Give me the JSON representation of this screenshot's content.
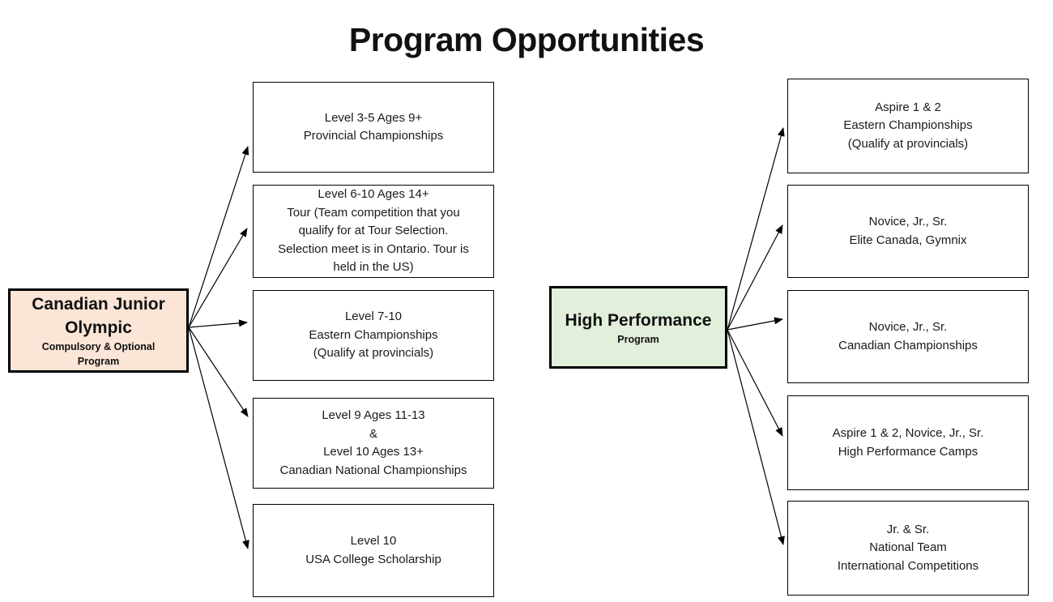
{
  "title": "Program Opportunities",
  "colors": {
    "left_node_fill": "#FBE5D6",
    "right_node_fill": "#E2EFDA",
    "node_border": "#000000",
    "box_border": "#000000",
    "arrow": "#000000",
    "text": "#111111"
  },
  "diagram": {
    "left": {
      "node": {
        "title": "Canadian Junior Olympic",
        "subtitle": "Compulsory & Optional Program",
        "fill": "#FBE5D6"
      },
      "boxes": [
        {
          "lines": [
            "Level 3-5 Ages 9+",
            "Provincial Championships"
          ]
        },
        {
          "lines": [
            "Level 6-10 Ages 14+",
            "Tour (Team competition that you",
            "qualify for at Tour Selection.",
            "Selection meet is in Ontario. Tour is",
            "held in the US)"
          ]
        },
        {
          "lines": [
            "Level 7-10",
            "Eastern Championships",
            "(Qualify at provincials)"
          ]
        },
        {
          "lines": [
            "Level 9 Ages 11-13",
            "&",
            "Level 10 Ages 13+",
            "Canadian National Championships"
          ]
        },
        {
          "lines": [
            "Level 10",
            "USA College Scholarship"
          ]
        }
      ]
    },
    "right": {
      "node": {
        "title": "High Performance",
        "subtitle": "Program",
        "fill": "#E2EFDA"
      },
      "boxes": [
        {
          "lines": [
            "Aspire 1 & 2",
            "Eastern Championships",
            "(Qualify at provincials)"
          ]
        },
        {
          "lines": [
            "Novice, Jr., Sr.",
            "Elite Canada, Gymnix"
          ]
        },
        {
          "lines": [
            "Novice, Jr., Sr.",
            "Canadian Championships"
          ]
        },
        {
          "lines": [
            "Aspire 1 & 2, Novice, Jr., Sr.",
            "High Performance Camps"
          ]
        },
        {
          "lines": [
            "Jr. & Sr.",
            "National Team",
            "International Competitions"
          ]
        }
      ]
    }
  }
}
